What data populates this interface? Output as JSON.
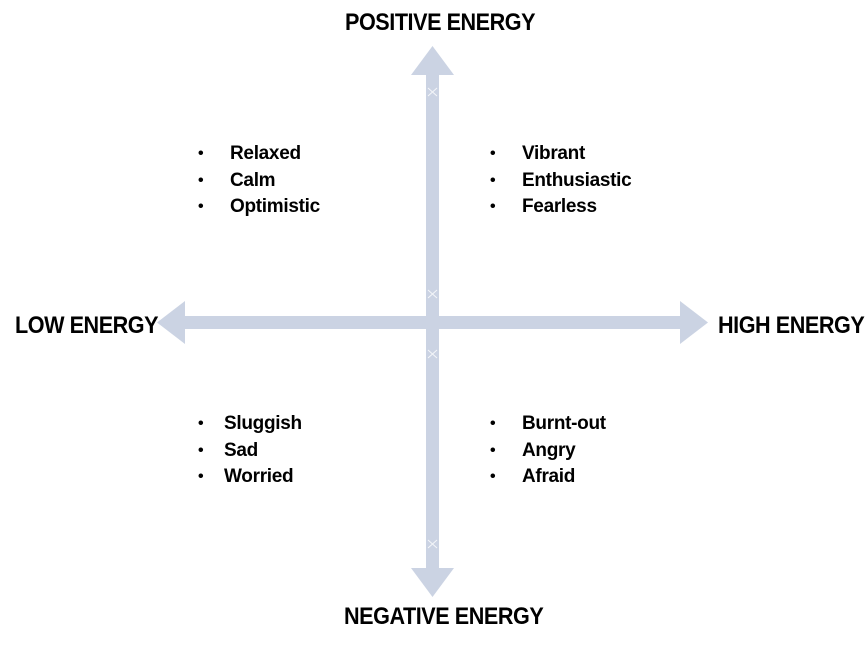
{
  "axes": {
    "top_label": "POSITIVE ENERGY",
    "bottom_label": "NEGATIVE ENERGY",
    "left_label": "LOW ENERGY",
    "right_label": "HIGH ENERGY",
    "arrow_color": "#CBD3E3"
  },
  "quadrants": {
    "top_left": {
      "items": [
        "Relaxed",
        "Calm",
        "Optimistic"
      ]
    },
    "top_right": {
      "items": [
        "Vibrant",
        "Enthusiastic",
        "Fearless"
      ]
    },
    "bottom_left": {
      "items": [
        "Sluggish",
        "Sad",
        "Worried"
      ]
    },
    "bottom_right": {
      "items": [
        "Burnt-out",
        "Angry",
        "Afraid"
      ]
    }
  },
  "bullet_glyph": "•"
}
